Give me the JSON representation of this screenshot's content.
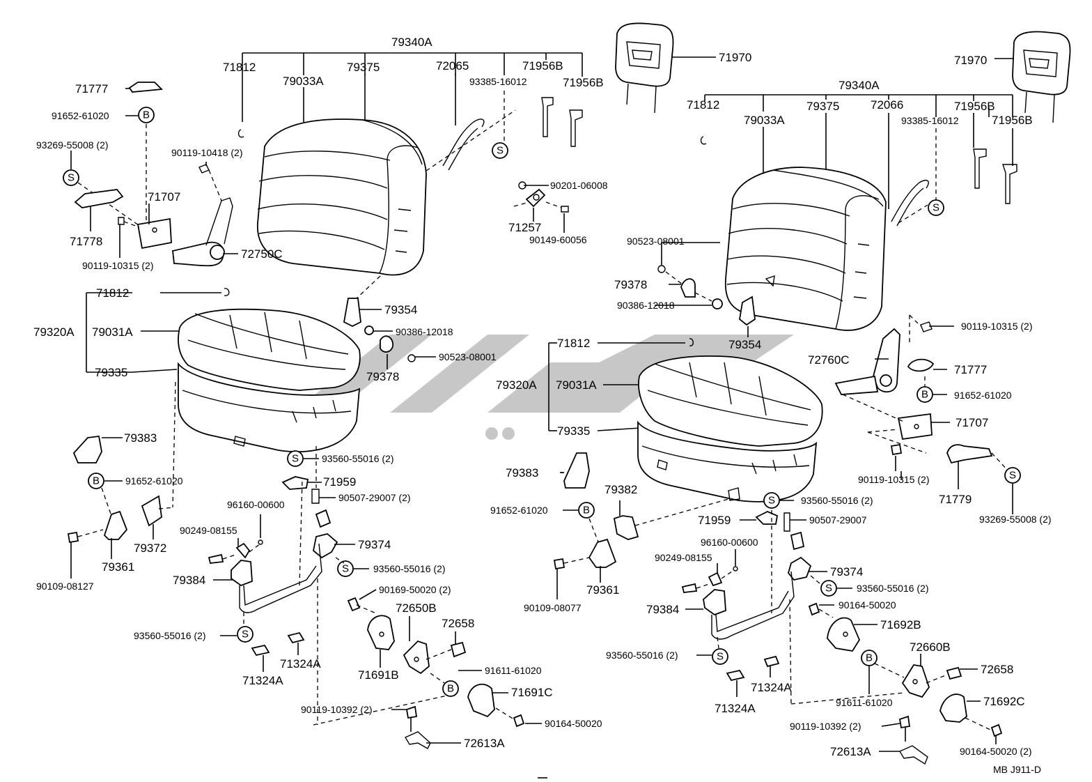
{
  "sheet_code": "MB  J911-D",
  "symbol_screw": "S",
  "symbol_bolt": "B",
  "left": {
    "assembly": "79340A",
    "hook": "71812",
    "back_cover": "79033A",
    "back_pad": "79375",
    "back_frame": "72065",
    "support_a": "71956B",
    "support_b": "71956B",
    "screw_93385": "93385-16012",
    "clip_71777": "71777",
    "bolt_91652": "91652-61020",
    "screw_93269": "93269-55008 (2)",
    "bolt_90119_10418": "90119-10418 (2)",
    "bracket_71707": "71707",
    "cover_71778": "71778",
    "bolt_90119_10315": "90119-10315 (2)",
    "hinge_72750C": "72750C",
    "nut_90201": "90201-06008",
    "bracket_71257": "71257",
    "screw_90149": "90149-60056",
    "hook_cushion": "71812",
    "cushion_assy": "79320A",
    "cushion_cover": "79031A",
    "cushion_pad": "79335",
    "plate_79354": "79354",
    "nut_90386": "90386-12018",
    "washer_90523": "90523-08001",
    "bushing_79378": "79378",
    "cover_79383": "79383",
    "bolt_91652_b": "91652-61020",
    "bolt_90109": "90109-08127",
    "bracket_79361": "79361",
    "bracket_79372": "79372",
    "screw_93560_a": "93560-55016 (2)",
    "cover_71959": "71959",
    "spring_90507": "90507-29007 (2)",
    "pin_96160": "96160-00600",
    "bolt_90249": "90249-08155",
    "lever_79374": "79374",
    "screw_93560_b": "93560-55016 (2)",
    "lock_79384": "79384",
    "bolt_90169": "90169-50020 (2)",
    "hinge_72650B": "72650B",
    "pin_72658": "72658",
    "screw_93560_c": "93560-55016 (2)",
    "pad_71324A_a": "71324A",
    "pad_71324A_b": "71324A",
    "cover_71691B": "71691B",
    "bolt_91611": "91611-61020",
    "cover_71691C": "71691C",
    "bolt_90119_10392": "90119-10392 (2)",
    "screw_90164": "90164-50020",
    "bracket_72613A": "72613A"
  },
  "right": {
    "headrest_left": "71970",
    "headrest_right": "71970",
    "assembly": "79340A",
    "hook": "71812",
    "back_cover": "79033A",
    "back_pad": "79375",
    "back_frame": "72066",
    "support_a": "71956B",
    "support_b": "71956B",
    "screw_93385": "93385-16012",
    "washer_90523": "90523-08001",
    "bushing_79378": "79378",
    "nut_90386": "90386-12018",
    "plate_79354": "79354",
    "bolt_90119_10315": "90119-10315 (2)",
    "hinge_72760C": "72760C",
    "clip_71777": "71777",
    "bolt_91652": "91652-61020",
    "bracket_71707": "71707",
    "bolt_90119_10315_b": "90119-10315 (2)",
    "cover_71779": "71779",
    "screw_93269": "93269-55008 (2)",
    "hook_cushion": "71812",
    "cushion_assy": "79320A",
    "cushion_cover": "79031A",
    "cushion_pad": "79335",
    "cover_79383": "79383",
    "bracket_79382": "79382",
    "bolt_91652_b": "91652-61020",
    "screw_93560_a": "93560-55016 (2)",
    "cover_71959": "71959",
    "spring_90507": "90507-29007",
    "pin_96160": "96160-00600",
    "bolt_90249": "90249-08155",
    "bolt_90109": "90109-08077",
    "bracket_79361": "79361",
    "lever_79374": "79374",
    "screw_93560_b": "93560-55016 (2)",
    "lock_79384": "79384",
    "screw_90164": "90164-50020",
    "cover_71692B": "71692B",
    "screw_93560_c": "93560-55016 (2)",
    "hinge_72660B": "72660B",
    "pin_72658": "72658",
    "bolt_91611": "91611-61020",
    "pad_71324A_a": "71324A",
    "pad_71324A_b": "71324A",
    "cover_71692C": "71692C",
    "bolt_90119_10392": "90119-10392 (2)",
    "bracket_72613A": "72613A",
    "screw_90164_b": "90164-50020 (2)"
  }
}
